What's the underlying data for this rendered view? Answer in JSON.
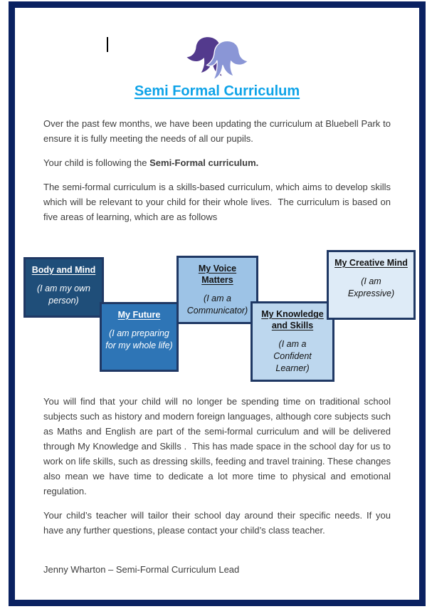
{
  "window": {
    "background": "#ffffff",
    "frame_border_color": "#0a2161"
  },
  "header": {
    "title": "Semi Formal Curriculum",
    "title_color": "#0ea3e8",
    "logo": {
      "name": "bluebell-flowers",
      "left_flower_color": "#533a8d",
      "right_flower_color": "#8a96d6"
    }
  },
  "body": {
    "p1": "Over the past few months, we have been updating the curriculum at Bluebell Park to ensure it is fully meeting the needs of all our pupils.",
    "p2_prefix": "Your child is following the ",
    "p2_bold": "Semi-Formal curriculum.",
    "p3": "The semi-formal curriculum is a skills-based curriculum, which aims to develop skills which will be relevant to your child for their whole lives.  The curriculum is based on five areas of learning, which are as follows",
    "p4": "You will find that your child will no longer be spending time on traditional school subjects such as history and modern foreign languages, although core subjects such as Maths and English are part of the semi-formal curriculum and will be delivered through My Knowledge and Skills .  This has made space in the school day for us to work on life skills, such as dressing skills, feeding and travel training. These changes also mean we have time to dedicate a lot more time to physical and emotional regulation.",
    "p5": "Your child’s teacher will tailor their school day around their specific needs. If you have any further questions, please contact your child’s class teacher.",
    "signature": "Jenny Wharton – Semi-Formal Curriculum Lead"
  },
  "boxes_border_color": "#1f3864",
  "curriculum_areas": [
    {
      "title": "Body and Mind",
      "subtitle": "(I am my own person)",
      "bg": "#1f4e79",
      "text_color": "#ffffff"
    },
    {
      "title": "My Future",
      "subtitle": "(I am preparing for my whole life)",
      "bg": "#2e75b6",
      "text_color": "#ffffff"
    },
    {
      "title": "My Voice Matters",
      "subtitle": "(I am a Communicator)",
      "bg": "#9dc3e6",
      "text_color": "#121212"
    },
    {
      "title": "My Knowledge and Skills",
      "subtitle": "(I am a Confident Learner)",
      "bg": "#bdd7ee",
      "text_color": "#121212"
    },
    {
      "title": "My Creative Mind",
      "subtitle": "(I am Expressive)",
      "bg": "#deebf7",
      "text_color": "#121212"
    }
  ]
}
